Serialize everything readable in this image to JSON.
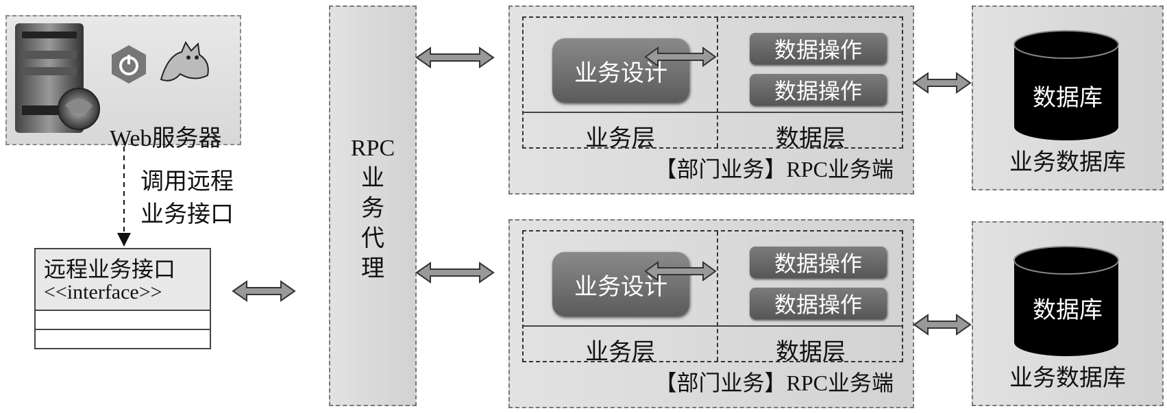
{
  "web_server": {
    "label": "Web服务器"
  },
  "call_edge": {
    "label_line1": "调用远程",
    "label_line2": "业务接口"
  },
  "interface": {
    "name": "远程业务接口",
    "stereotype": "<<interface>>"
  },
  "rpc_proxy": {
    "line1": "RPC",
    "line2": "业",
    "line3": "务",
    "line4": "代",
    "line5": "理"
  },
  "services": [
    {
      "design": "业务设计",
      "ops": [
        "数据操作",
        "数据操作"
      ],
      "business_layer": "业务层",
      "data_layer": "数据层",
      "title": "【部门业务】RPC业务端"
    },
    {
      "design": "业务设计",
      "ops": [
        "数据操作",
        "数据操作"
      ],
      "business_layer": "业务层",
      "data_layer": "数据层",
      "title": "【部门业务】RPC业务端"
    }
  ],
  "databases": [
    {
      "cylinder_label": "数据库",
      "label": "业务数据库"
    },
    {
      "cylinder_label": "数据库",
      "label": "业务数据库"
    }
  ]
}
